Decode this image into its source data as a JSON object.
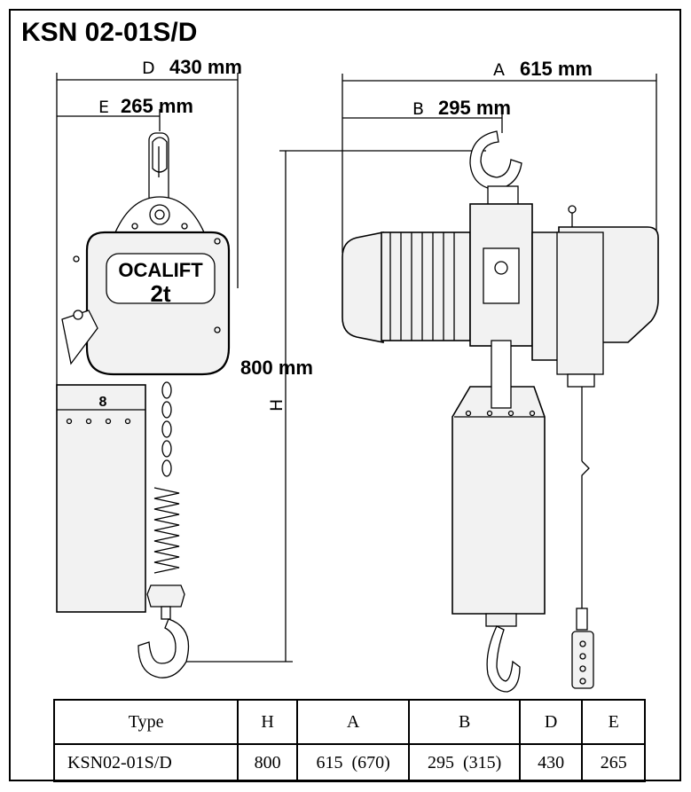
{
  "title": "KSN 02-01S/D",
  "dimensions": {
    "d": {
      "letter": "D",
      "value": "430 mm"
    },
    "e": {
      "letter": "E",
      "value": "265 mm"
    },
    "a": {
      "letter": "A",
      "value": "615 mm"
    },
    "b": {
      "letter": "B",
      "value": "295 mm"
    },
    "h": {
      "letter": "H",
      "value": "800 mm"
    }
  },
  "hoist_label": {
    "brand": "OCALIFT",
    "capacity": "2t",
    "body_mark": "8"
  },
  "table": {
    "headers": [
      "Type",
      "H",
      "A",
      "B",
      "D",
      "E"
    ],
    "rows": [
      [
        "KSN02-01S/D",
        "800",
        "615  (670)",
        "295  (315)",
        "430",
        "265"
      ]
    ]
  },
  "colors": {
    "line": "#000000",
    "body_fill": "#f2f2f2",
    "background": "#ffffff"
  }
}
